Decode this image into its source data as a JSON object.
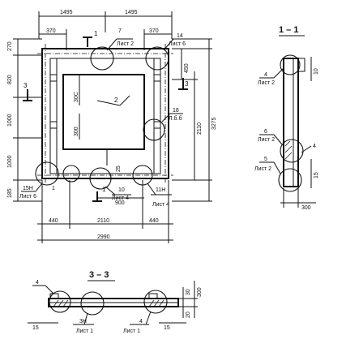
{
  "plan": {
    "top_dims": [
      "1495",
      "1495"
    ],
    "top_offsets": [
      "370",
      "370"
    ],
    "left_dims": [
      "270",
      "820",
      "1000",
      "1000",
      "185"
    ],
    "right_dims": [
      "450",
      "2110",
      "3275"
    ],
    "bottom_dims": [
      "440",
      "2110",
      "440",
      "2990"
    ],
    "inner_dims": [
      "30C",
      "300",
      "900",
      "25"
    ],
    "section_marks": [
      "1",
      "1",
      "3",
      "3"
    ],
    "position_2": "2",
    "callouts": {
      "c7": {
        "num": "7",
        "sheet": "Лист 2"
      },
      "c14": {
        "num": "14",
        "sheet": "Лист 6"
      },
      "c18": {
        "num": "18",
        "sheet": "Л.б.б"
      },
      "c15n": {
        "num": "15Н",
        "sheet": "Лист 6"
      },
      "c10": {
        "num": "10",
        "sheet": "Лист 4"
      },
      "c11n": {
        "num": "11Н",
        "sheet": "Лист 4"
      },
      "c1": "1"
    }
  },
  "section_1_1": {
    "title": "1 – 1",
    "callouts": [
      {
        "num": "4",
        "sheet": "Лист 2"
      },
      {
        "num": "6",
        "sheet": "Лист 2"
      },
      {
        "num": "5",
        "sheet": "Лист 2"
      },
      {
        "num": "4",
        "sheet": ""
      }
    ],
    "dims": [
      "10",
      "15",
      "300"
    ]
  },
  "section_3_3": {
    "title": "3 – 3",
    "callouts": [
      {
        "num": "4",
        "sheet": ""
      },
      {
        "num": "3Н",
        "sheet": "Лист 1"
      },
      {
        "num": "4",
        "sheet": "Лист 1"
      }
    ],
    "dims": [
      "15",
      "15",
      "30",
      "20",
      "300"
    ]
  }
}
